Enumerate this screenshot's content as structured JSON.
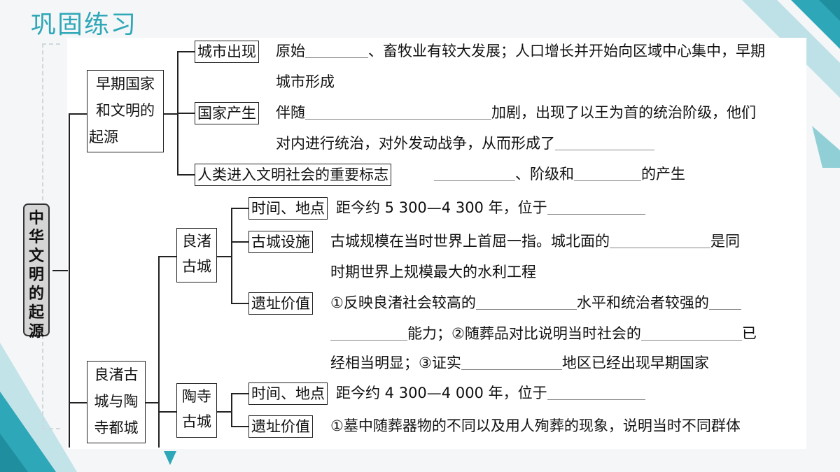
{
  "title": "巩固练习",
  "root": "中华文明的起源",
  "sec1": {
    "label_lines": [
      "早期国家",
      "和文明的",
      "起源"
    ],
    "city": {
      "label": "城市出现",
      "line1_a": "原始",
      "line1_b": "、畜牧业有较大发展；人口增长并开始向区域中心集中，早期",
      "line2": "城市形成"
    },
    "state": {
      "label": "国家产生",
      "line1_a": "伴随",
      "line1_b": "加剧，出现了以王为首的统治阶级，他们",
      "line2": "对内进行统治，对外发动战争，从而形成了"
    },
    "mark": {
      "label": "人类进入文明社会的重要标志",
      "mid": "、阶级和",
      "end": "的产生"
    }
  },
  "sec2": {
    "label_lines": [
      "良渚古",
      "城与陶",
      "寺都城"
    ],
    "liangzhu": {
      "label_lines": [
        "良渚",
        "古城"
      ],
      "time": {
        "label": "时间、地点",
        "text": "距今约 5 300—4 300 年，位于"
      },
      "facility": {
        "label": "古城设施",
        "line1_a": "古城规模在当时世界上首屈一指。城北面的",
        "line1_b": "是同",
        "line2": "时期世界上规模最大的水利工程"
      },
      "value": {
        "label": "遗址价值",
        "line1_a": "①反映良渚社会较高的",
        "line1_b": "水平和统治者较强的",
        "line2_a": "能力；②随葬品对比说明当时社会的",
        "line2_b": "已",
        "line3_a": "经相当明显；③证实",
        "line3_b": "地区已经出现早期国家"
      }
    },
    "taosi": {
      "label_lines": [
        "陶寺",
        "古城"
      ],
      "time": {
        "label": "时间、地点",
        "text": "距今约 4 300—4 000 年，位于"
      },
      "value": {
        "label": "遗址价值",
        "text": "①墓中随葬器物的不同以及用人殉葬的现象，说明当时不同群体"
      }
    }
  },
  "colors": {
    "title": "#2ea7b8",
    "accent": "#3aa3b5"
  }
}
